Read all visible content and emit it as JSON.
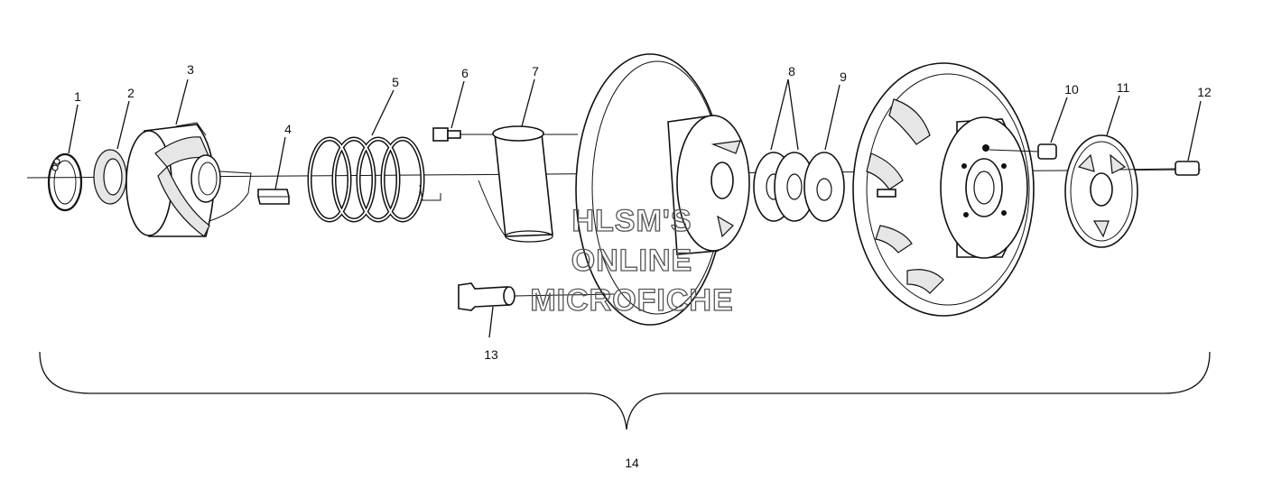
{
  "callouts": {
    "c1": "1",
    "c2": "2",
    "c3": "3",
    "c4": "4",
    "c5": "5",
    "c6": "6",
    "c7": "7",
    "c8": "8",
    "c9": "9",
    "c10": "10",
    "c11": "11",
    "c12": "12",
    "c13": "13",
    "c14": "14"
  },
  "watermark": {
    "line1": "HLSM'S",
    "line2": "ONLINE",
    "line3": "MICROFICHE"
  }
}
